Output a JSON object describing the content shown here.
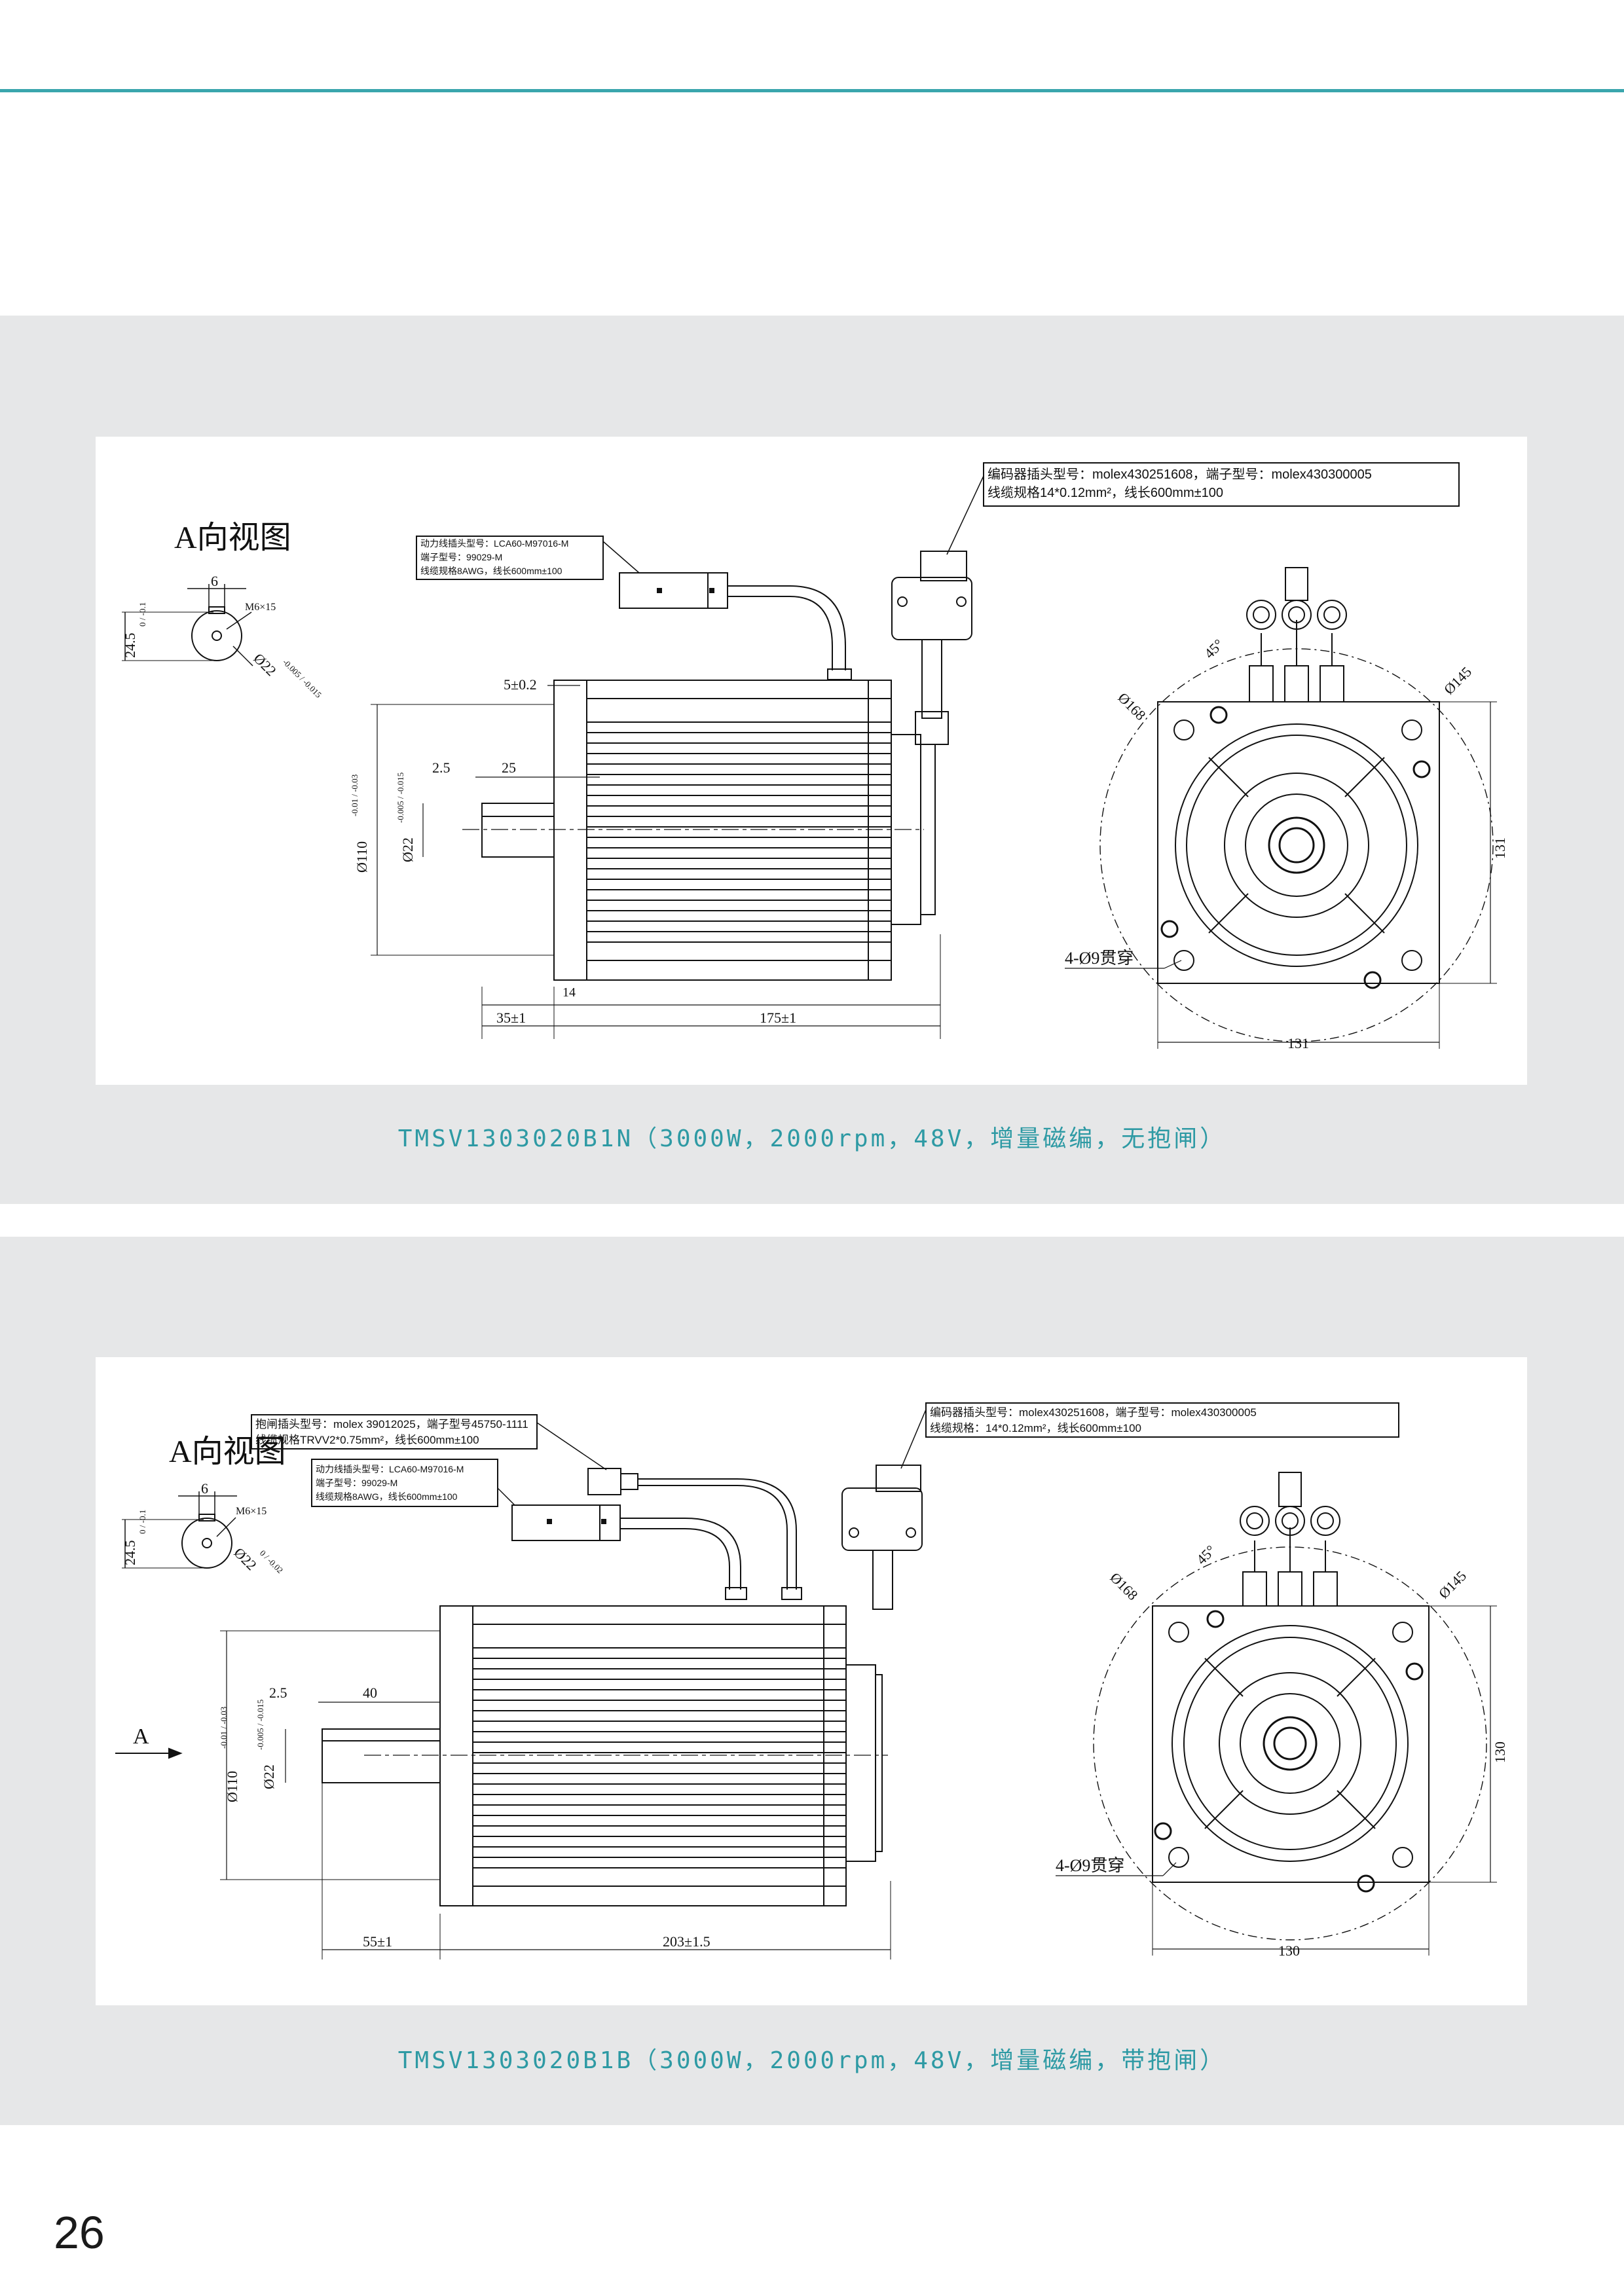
{
  "page": {
    "number": "26",
    "accent": "#3aa6ad",
    "panel_bg": "#e6e7e8"
  },
  "drawing1": {
    "view_a_title": "A向视图",
    "encoder_note_line1": "编码器插头型号：molex430251608，端子型号：molex430300005",
    "encoder_note_line2": "线缆规格14*0.12mm²，线长600mm±100",
    "power_note_line1": "动力线插头型号：LCA60-M97016-M",
    "power_note_line2": "端子型号：99029-M",
    "power_note_line3": "线缆规格8AWG，线长600mm±100",
    "dims": {
      "key_width": "6",
      "key_thread": "M6×15",
      "key_height": "24.5",
      "key_height_tol": "0 / -0.1",
      "key_shaft": "Ø22",
      "key_shaft_tol": "-0.005 / -0.015",
      "flange_thk": "5±0.2",
      "shaft_step": "2.5",
      "shaft_len": "25",
      "pilot": "Ø110",
      "pilot_tol": "-0.01 / -0.03",
      "shaft_dia": "Ø22",
      "shaft_dia_tol": "-0.005 / -0.015",
      "flange_14": "14",
      "shaft_ext": "35±1",
      "body_len": "175±1",
      "angle": "45°",
      "bolt_circle": "Ø168",
      "bolt_circle2": "Ø145",
      "holes": "4-Ø9贯穿",
      "square_h": "131",
      "square_w": "131"
    },
    "caption": "TMSV1303020B1N（3000W，2000rpm，48V，增量磁编，无抱闸）"
  },
  "drawing2": {
    "view_a_title": "A向视图",
    "brake_note_line1": "抱闸插头型号：molex 39012025，端子型号45750-1111",
    "brake_note_line2": "线缆规格TRVV2*0.75mm²，线长600mm±100",
    "encoder_note_line1": "编码器插头型号：molex430251608，端子型号：molex430300005",
    "encoder_note_line2": "线缆规格：14*0.12mm²，线长600mm±100",
    "power_note_line1": "动力线插头型号：LCA60-M97016-M",
    "power_note_line2": "端子型号：99029-M",
    "power_note_line3": "线缆规格8AWG，线长600mm±100",
    "dims": {
      "key_width": "6",
      "key_thread": "M6×15",
      "key_height": "24.5",
      "key_height_tol": "0 / -0.1",
      "key_shaft": "Ø22",
      "key_shaft_tol": "0 / -0.02",
      "view_arrow": "A",
      "shaft_step": "2.5",
      "shaft_len": "40",
      "pilot": "Ø110",
      "pilot_tol": "-0.01 / -0.03",
      "shaft_dia": "Ø22",
      "shaft_dia_tol": "-0.005 / -0.015",
      "shaft_ext": "55±1",
      "body_len": "203±1.5",
      "angle": "45°",
      "bolt_circle": "Ø168",
      "bolt_circle2": "Ø145",
      "holes": "4-Ø9贯穿",
      "square_h": "130",
      "square_w": "130"
    },
    "caption": "TMSV1303020B1B（3000W，2000rpm，48V，增量磁编，带抱闸）"
  }
}
